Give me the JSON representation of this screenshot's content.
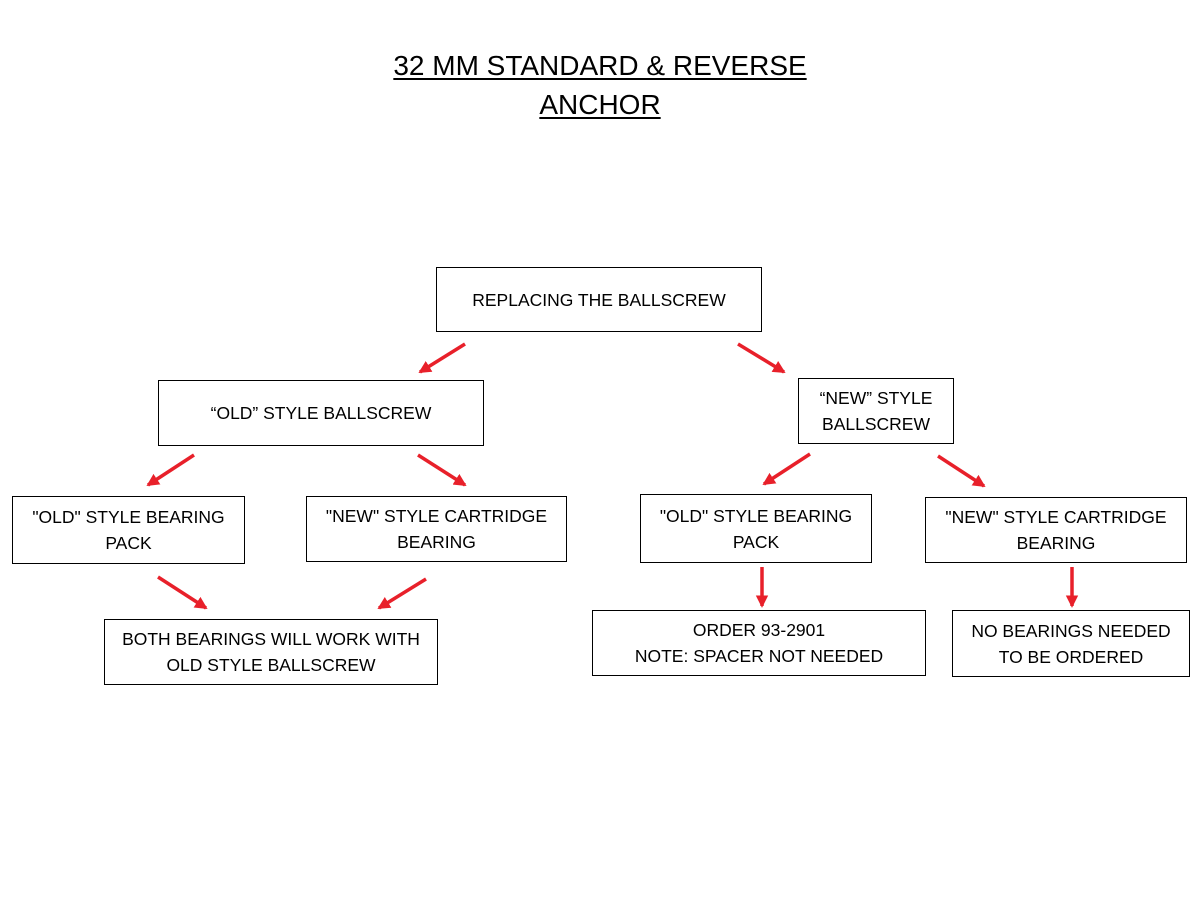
{
  "title": {
    "line1": "32 MM STANDARD & REVERSE",
    "line2": "ANCHOR"
  },
  "nodes": {
    "root": {
      "label": "REPLACING THE BALLSCREW"
    },
    "old_ballscrew": {
      "label": "“OLD” STYLE BALLSCREW"
    },
    "new_ballscrew": {
      "label": "“NEW” STYLE\nBALLSCREW"
    },
    "old_bs_old_bearing": {
      "label": "\"OLD\" STYLE BEARING\nPACK"
    },
    "old_bs_new_bearing": {
      "label": "\"NEW\" STYLE CARTRIDGE\nBEARING"
    },
    "new_bs_old_bearing": {
      "label": "\"OLD\" STYLE BEARING\nPACK"
    },
    "new_bs_new_bearing": {
      "label": "\"NEW\" STYLE CARTRIDGE\nBEARING"
    },
    "both_work": {
      "label": "BOTH BEARINGS WILL WORK WITH\nOLD STYLE BALLSCREW"
    },
    "order": {
      "label": "ORDER 93-2901\nNOTE: SPACER NOT NEEDED"
    },
    "no_bearings": {
      "label": "NO BEARINGS NEEDED\nTO BE ORDERED"
    }
  },
  "colors": {
    "arrow": "#e8202a",
    "border": "#000000",
    "text": "#000000"
  }
}
